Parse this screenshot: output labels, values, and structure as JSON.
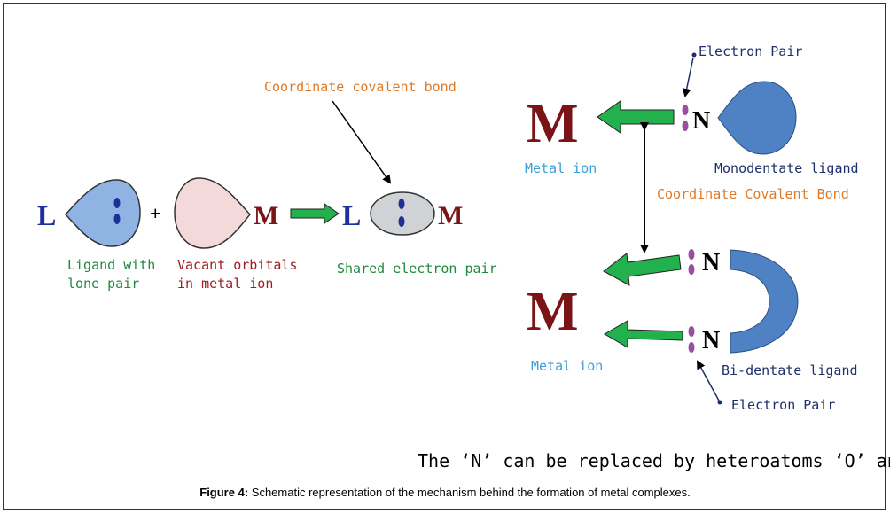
{
  "left": {
    "ligand_letter": "L",
    "plus": "+",
    "metal_letter": "M",
    "product_ligand": "L",
    "product_metal": "M",
    "coordinate_bond_label": "Coordinate covalent bond",
    "ligand_caption_1": "Ligand with",
    "ligand_caption_2": "lone pair",
    "vacant_caption_1": "Vacant orbitals",
    "vacant_caption_2": "in metal ion",
    "shared_caption": "Shared electron pair"
  },
  "right": {
    "electron_pair_top": "Electron Pair",
    "metal_top": "M",
    "n_top": "N",
    "metal_ion_top": "Metal ion",
    "monodentate": "Monodentate ligand",
    "coord_bond": "Coordinate Covalent Bond",
    "metal_bottom": "M",
    "n_bi_top": "N",
    "n_bi_bottom": "N",
    "metal_ion_bottom": "Metal ion",
    "bidentate": "Bi-dentate ligand",
    "electron_pair_bottom": "Electron Pair"
  },
  "note": "The ‘N’ can be replaced by heteroatoms ‘O’ and ‘S’",
  "caption": {
    "label": "Figure 4:",
    "text": " Schematic representation of the mechanism behind the formation of metal complexes."
  },
  "colors": {
    "ligand_blue": "#1f2f9a",
    "metal_red": "#7a1416",
    "green_text": "#1f8a3c",
    "orange_text": "#e07a27",
    "cyan_text": "#3aa0d8",
    "navy_text": "#1f2f6a",
    "arrow_green": "#22b14c",
    "lobe_blue": "#4f82c4",
    "lobe_light": "#8fb4e3",
    "lobe_pink": "#f4d9da",
    "dot_purple": "#9b4ea0"
  }
}
